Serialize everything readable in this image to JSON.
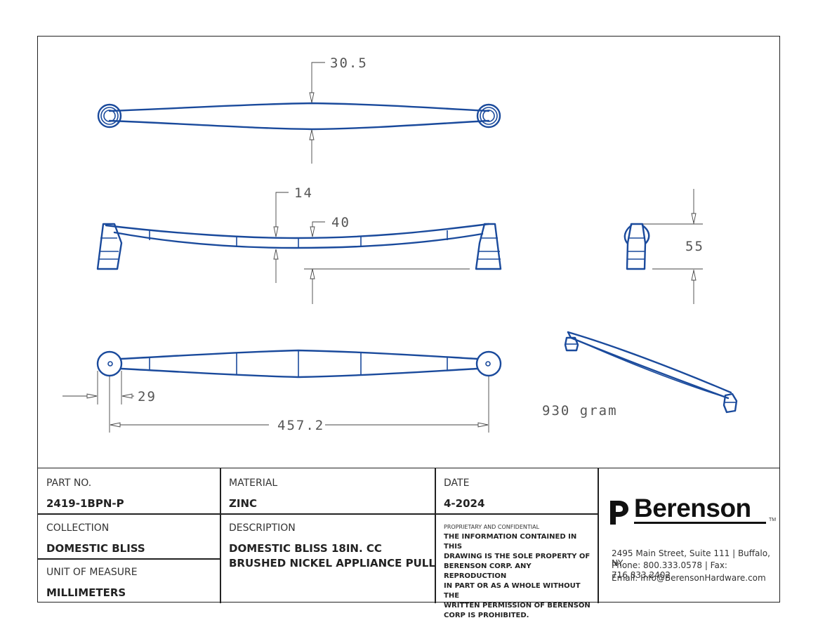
{
  "drawing": {
    "dimensions": {
      "width_top": "30.5",
      "depth_bar": "14",
      "depth_center": "40",
      "height": "55",
      "post_diameter": "29",
      "center_to_center": "457.2"
    },
    "weight": "930 gram",
    "line_color": "#1a4a9c"
  },
  "title_block": {
    "part_no": {
      "label": "PART NO.",
      "value": "2419-1BPN-P"
    },
    "material": {
      "label": "MATERIAL",
      "value": "ZINC"
    },
    "date": {
      "label": "DATE",
      "value": "4-2024"
    },
    "collection": {
      "label": "COLLECTION",
      "value": "DOMESTIC BLISS"
    },
    "description": {
      "label": "DESCRIPTION",
      "line1": "DOMESTIC BLISS 18IN. CC",
      "line2": "BRUSHED NICKEL APPLIANCE PULL"
    },
    "unit": {
      "label": "UNIT OF MEASURE",
      "value": "MILLIMETERS"
    },
    "confidential": {
      "heading": "PROPRIETARY AND CONFIDENTIAL",
      "lines": [
        "THE INFORMATION CONTAINED IN THIS",
        "DRAWING IS THE SOLE PROPERTY OF",
        "BERENSON CORP. ANY REPRODUCTION",
        "IN PART OR AS A WHOLE WITHOUT THE",
        "WRITTEN PERMISSION OF BERENSON",
        "CORP IS PROHIBITED."
      ]
    },
    "company": {
      "name": "Berenson",
      "trademark": "TM",
      "address": "2495 Main Street, Suite 111 | Buffalo, NY",
      "phone": "Phone: 800.333.0578 | Fax: 716.833.2402",
      "email": "Email: Info@BerensonHardware.com"
    }
  }
}
